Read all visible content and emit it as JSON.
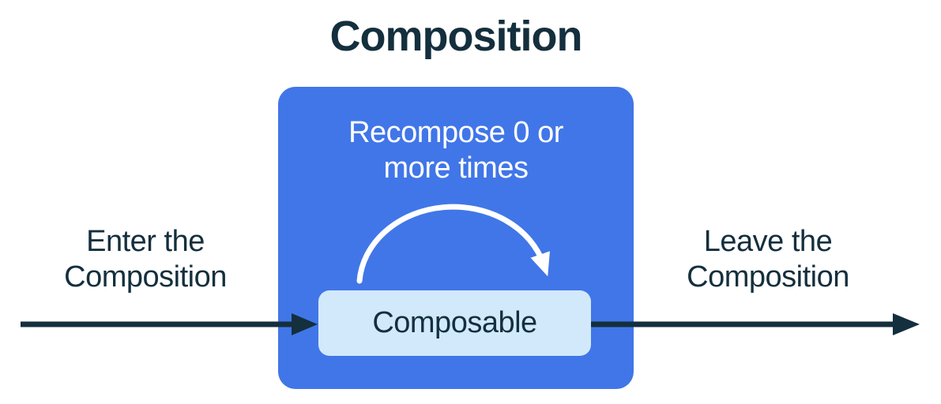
{
  "title": "Composition",
  "labels": {
    "enter": "Enter the\nComposition",
    "recompose": "Recompose 0 or\nmore times",
    "composable": "Composable",
    "leave": "Leave the\nComposition"
  },
  "icons": {
    "enter_arrow": "right-arrow-icon",
    "leave_arrow": "right-arrow-icon",
    "recompose_arrow": "clockwise-arc-arrow-icon"
  },
  "colors": {
    "background": "#FFFFFF",
    "composition_box": "#4176E8",
    "composable_box": "#D2E9FB",
    "ink": "#142F3D",
    "arc": "#FFFFFF"
  }
}
